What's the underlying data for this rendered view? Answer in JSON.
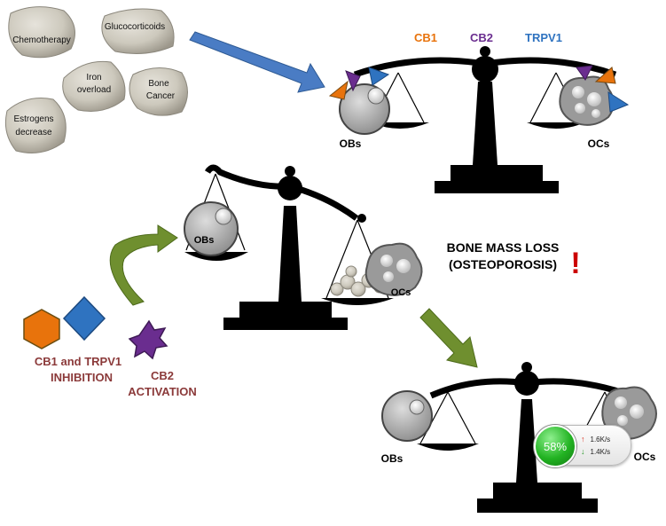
{
  "risk_factors": [
    {
      "lines": [
        "Chemotherapy"
      ]
    },
    {
      "lines": [
        "Glucocorticoids"
      ]
    },
    {
      "lines": [
        "Iron",
        "overload"
      ]
    },
    {
      "lines": [
        "Bone",
        "Cancer"
      ]
    },
    {
      "lines": [
        "Estrogens",
        "decrease"
      ]
    }
  ],
  "receptors": {
    "cb1": "CB1",
    "cb2": "CB2",
    "trpv1": "TRPV1"
  },
  "cells": {
    "obs": "OBs",
    "ocs": "OCs"
  },
  "outcome": {
    "line1": "BONE MASS LOSS",
    "line2": "(OSTEOPOROSIS)",
    "mark": "!"
  },
  "treatment": {
    "line1": "CB1 and TRPV1",
    "line2": "INHIBITION",
    "line3": "CB2",
    "line4": "ACTIVATION"
  },
  "net_widget": {
    "percent": "58%",
    "up_arrow": "↑",
    "down_arrow": "↓",
    "upload": "1.6K/s",
    "download": "1.4K/s"
  },
  "colors": {
    "cb1": "#e8730c",
    "cb2": "#6a2d8f",
    "trpv1": "#2f73c0",
    "treatment_text": "#8b3a3a",
    "exclamation": "#cc0000",
    "arrow_blue": "#4a7cc4",
    "arrow_green": "#6f8f2f",
    "scale": "#000000"
  }
}
